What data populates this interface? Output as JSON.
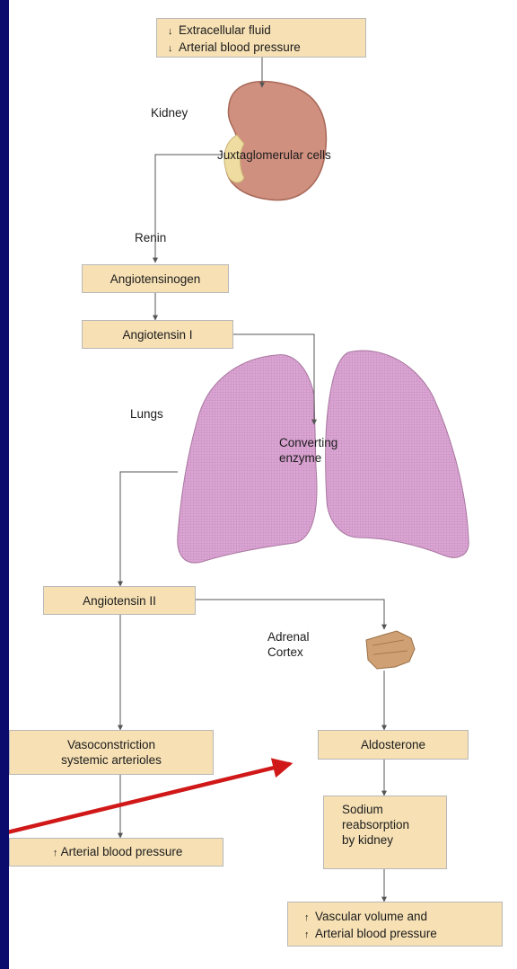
{
  "colors": {
    "frame": "#0b0b6e",
    "box_fill": "#f6e0b4",
    "kidney": "#d09080",
    "lung": "#d8a8d0",
    "adrenal": "#c89a6a",
    "pointer_arrow": "#d01818",
    "connector": "#555555"
  },
  "boxes": {
    "top": {
      "arrow": "↓",
      "line1": "Extracellular fluid",
      "line2": "Arterial blood pressure"
    },
    "angiotensinogen": "Angiotensinogen",
    "angiotensin_i": "Angiotensin I",
    "angiotensin_ii": "Angiotensin II",
    "vasoconstriction": {
      "line1": "Vasoconstriction",
      "line2": "systemic arterioles"
    },
    "arterial_bp": {
      "arrow": "↑",
      "text": "Arterial blood pressure"
    },
    "aldosterone": "Aldosterone",
    "sodium": {
      "line1": "Sodium",
      "line2": "reabsorption",
      "line3": "by kidney"
    },
    "vascular": {
      "arrow": "↑",
      "line1": "Vascular volume and",
      "line2": "Arterial blood pressure"
    }
  },
  "labels": {
    "kidney": "Kidney",
    "juxtaglomerular": "Juxtaglomerular cells",
    "renin": "Renin",
    "lungs": "Lungs",
    "converting1": "Converting",
    "converting2": "enzyme",
    "adrenal1": "Adrenal",
    "adrenal2": "Cortex"
  }
}
